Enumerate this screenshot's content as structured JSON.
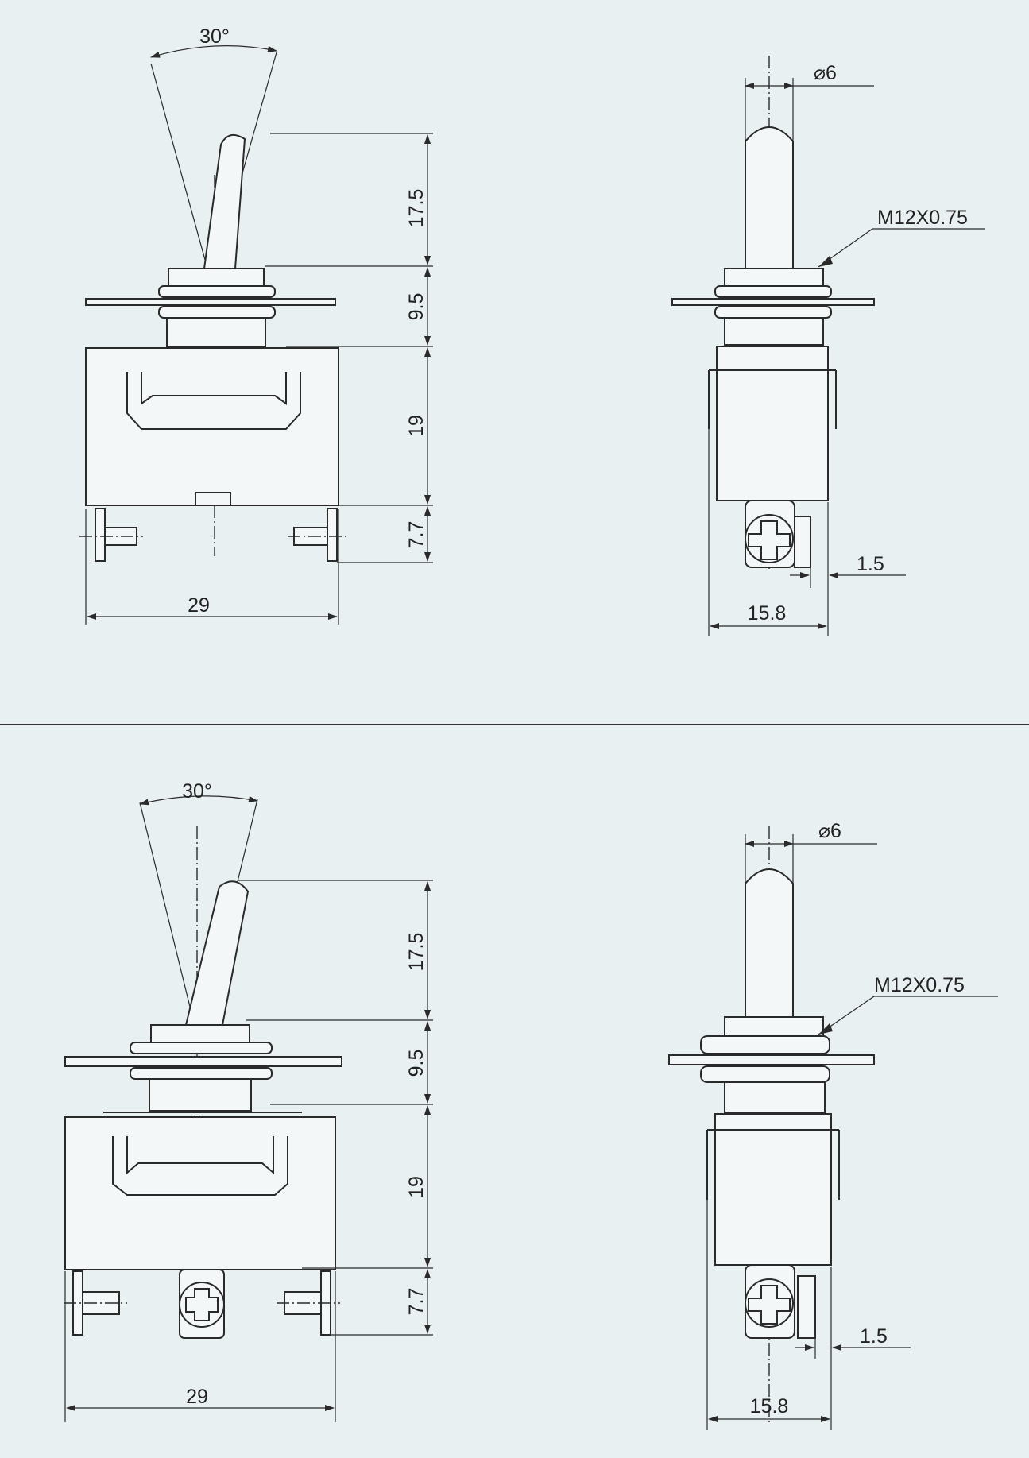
{
  "colors": {
    "paper": "#e9f0f2",
    "ink": "#2a2a2a"
  },
  "drawings": [
    {
      "front": {
        "angle": "30°",
        "lever": "17.5",
        "bushing": "9.5",
        "body": "19",
        "terminal": "7.7",
        "width": "29"
      },
      "side": {
        "diameter": "⌀6",
        "thread": "M12X0.75",
        "terminal_gap": "1.5",
        "width": "15.8"
      }
    },
    {
      "front": {
        "angle": "30°",
        "lever": "17.5",
        "bushing": "9.5",
        "body": "19",
        "terminal": "7.7",
        "width": "29"
      },
      "side": {
        "diameter": "⌀6",
        "thread": "M12X0.75",
        "terminal_gap": "1.5",
        "width": "15.8"
      }
    }
  ]
}
